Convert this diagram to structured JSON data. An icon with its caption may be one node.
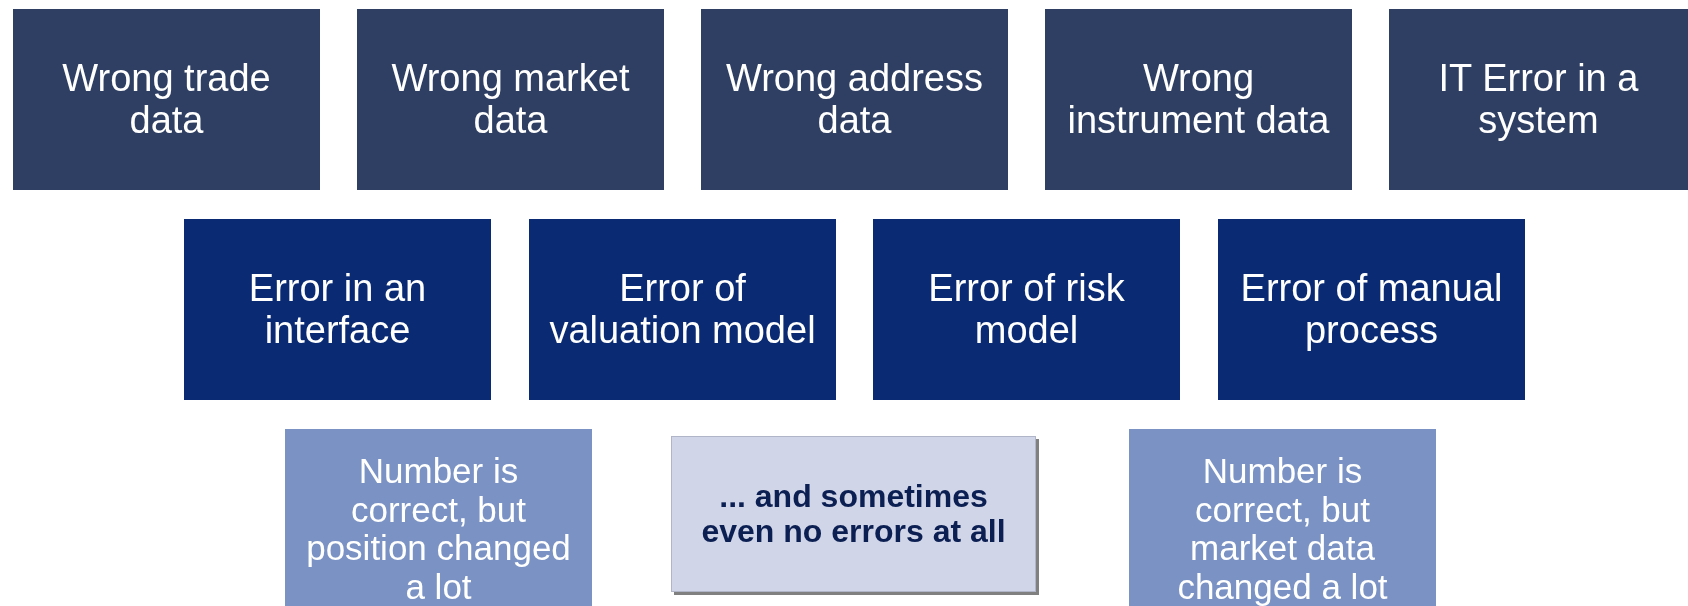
{
  "diagram": {
    "nodes": [
      {
        "text": [
          "Wrong trade data"
        ]
      },
      {
        "text": [
          "Wrong market data"
        ]
      },
      {
        "text": [
          "Wrong address data"
        ]
      },
      {
        "text": [
          "Wrong instrument data"
        ]
      },
      {
        "text": [
          "IT Error in a system"
        ]
      },
      {
        "text": [
          "Error in an interface"
        ]
      },
      {
        "text": [
          "Error of valuation model"
        ]
      },
      {
        "text": [
          "Error of risk model"
        ]
      },
      {
        "text": [
          "Error of manual process"
        ]
      },
      {
        "text": [
          "Number is correct, but position changed a lot"
        ]
      },
      {
        "text": [
          "... and sometimes even no errors at all"
        ]
      },
      {
        "text": [
          "Number is correct, but market data changed a lot"
        ]
      }
    ],
    "edges": []
  }
}
